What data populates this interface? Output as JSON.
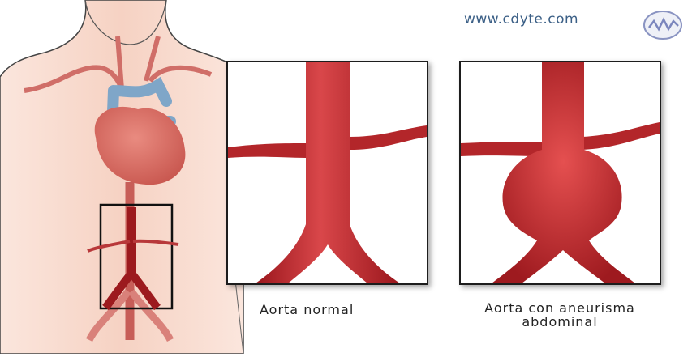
{
  "header": {
    "website": "www.cdyte.com"
  },
  "panels": {
    "normal": {
      "caption": "Aorta normal"
    },
    "aneurysm": {
      "caption_line1": "Aorta con aneurisma",
      "caption_line2": "abdominal"
    }
  },
  "colors": {
    "artery": "#b21e24",
    "artery_highlight": "#e04a4a",
    "vein_blue": "#6a9ac4",
    "skin": "#f7d4c6",
    "body_outline": "#333333"
  }
}
